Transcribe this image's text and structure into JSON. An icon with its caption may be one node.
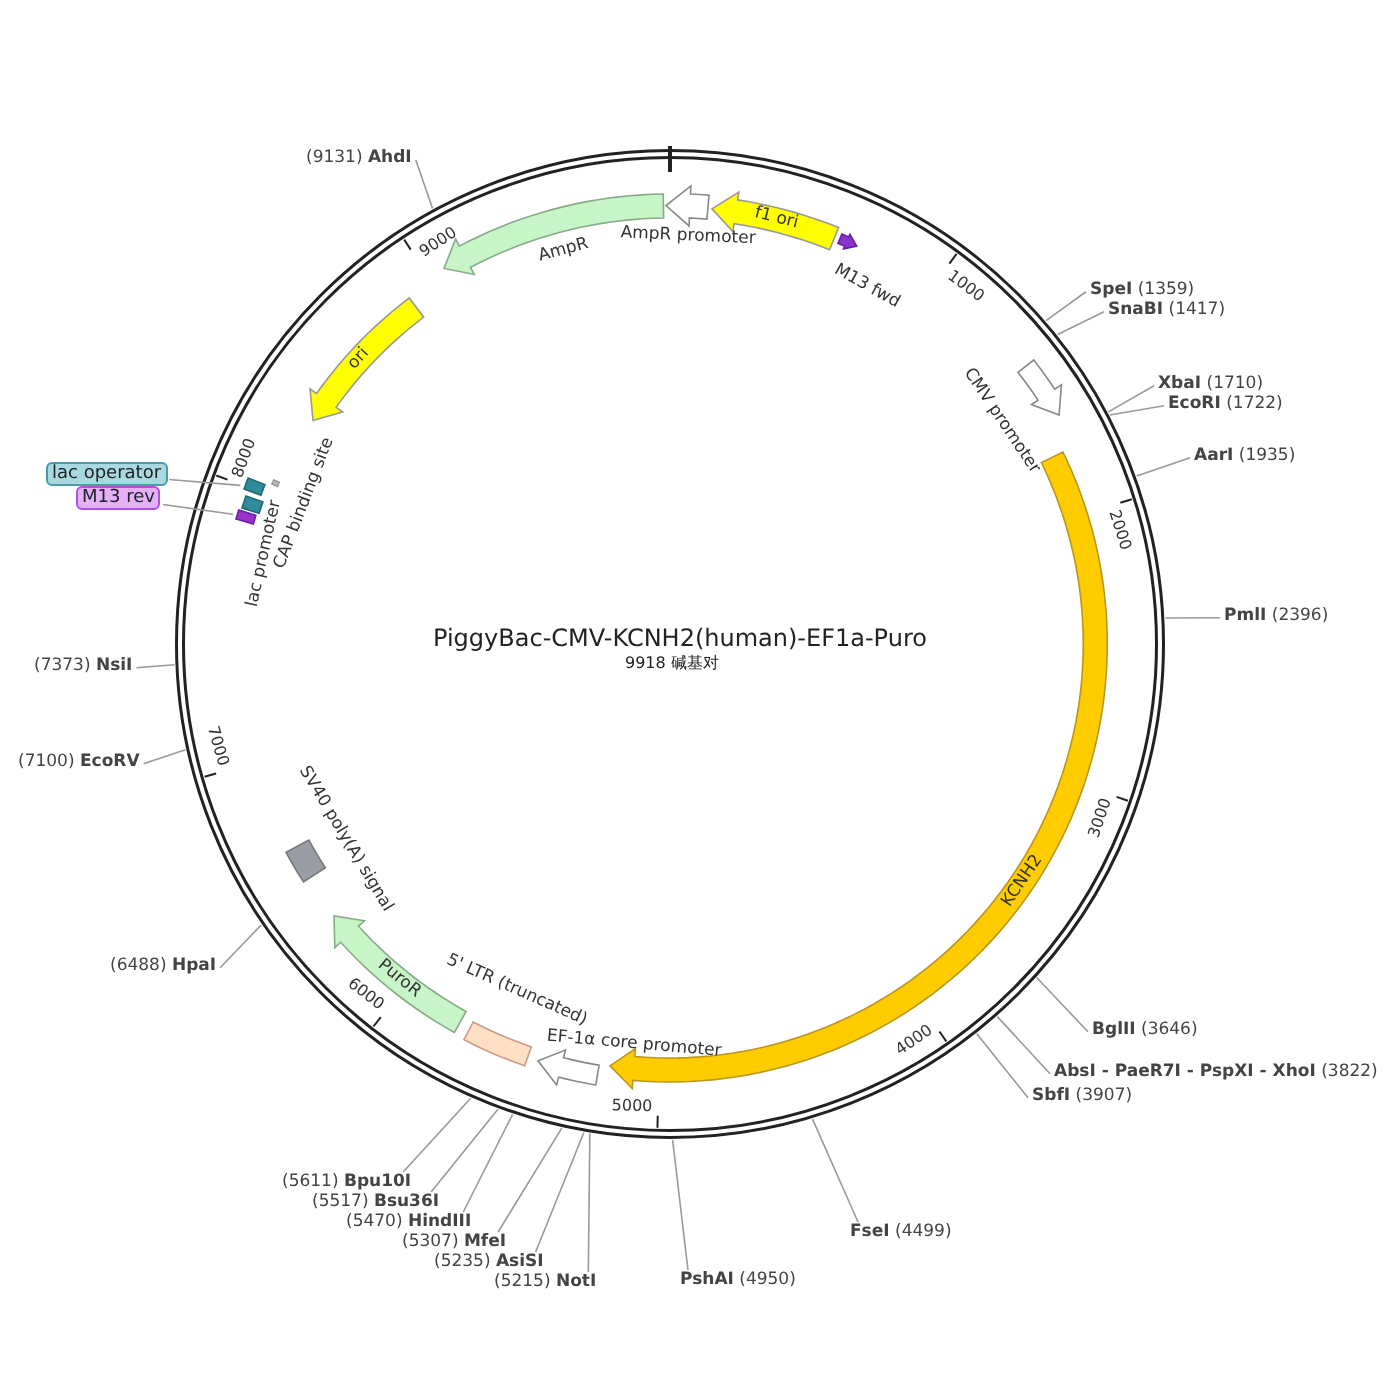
{
  "diagram": {
    "title": "PiggyBac-CMV-KCNH2(human)-EF1a-Puro",
    "caption": "9918 碱基对",
    "nodes": [
      {
        "text": [
          "f1 ori"
        ]
      },
      {
        "text": [
          "M13 fwd"
        ]
      },
      {
        "text": [
          "AmpR promoter"
        ]
      },
      {
        "text": [
          "AmpR"
        ]
      },
      {
        "text": [
          "(9131) **AhdI**"
        ]
      },
      {
        "text": [
          "**SpeI** (1359)"
        ]
      },
      {
        "text": [
          "**SnaBI** (1417)"
        ]
      },
      {
        "text": [
          "CMV promoter"
        ]
      },
      {
        "text": [
          "**XbaI** (1710)"
        ]
      },
      {
        "text": [
          "**EcoRI** (1722)"
        ]
      },
      {
        "text": [
          "**AarI** (1935)"
        ]
      },
      {
        "text": [
          "**PmlI** (2396)"
        ]
      },
      {
        "text": [
          "KCNH2"
        ]
      },
      {
        "text": [
          "**BglII** (3646)"
        ]
      },
      {
        "text": [
          "**AbsI - PaeR7I - PspXI - XhoI** (3822)"
        ]
      },
      {
        "text": [
          "**SbfI** (3907)"
        ]
      },
      {
        "text": [
          "**FseI** (4499)"
        ]
      },
      {
        "text": [
          "**PshAI** (4950)"
        ]
      },
      {
        "text": [
          "EF-1α core promoter"
        ]
      },
      {
        "text": [
          "(5215) **NotI**"
        ]
      },
      {
        "text": [
          "(5235) **AsiSI**"
        ]
      },
      {
        "text": [
          "(5307) **MfeI**"
        ]
      },
      {
        "text": [
          "(5470) **HindIII**"
        ]
      },
      {
        "text": [
          "(5517) **Bsu36I**"
        ]
      },
      {
        "text": [
          "(5611) **Bpu10I**"
        ]
      },
      {
        "text": [
          "5' LTR (truncated)"
        ]
      },
      {
        "text": [
          "PuroR"
        ]
      },
      {
        "text": [
          "(6488) **HpaI**"
        ]
      },
      {
        "text": [
          "SV40 poly(A) signal"
        ]
      },
      {
        "text": [
          "(7100) **EcoRV**"
        ]
      },
      {
        "text": [
          "(7373) **NsiI**"
        ]
      },
      {
        "text": [
          "lac operator"
        ]
      },
      {
        "text": [
          "M13 rev"
        ]
      },
      {
        "text": [],
        "shape": "bar"
      },
      {
        "text": [],
        "shape": "bar"
      },
      {
        "text": [
          "lac promoter"
        ]
      },
      {
        "text": [
          "CAP binding site"
        ]
      },
      {
        "text": [
          "ori"
        ]
      }
    ],
    "edges": [
      {
        "from": 4,
        "to": null,
        "arrow": "none"
      },
      {
        "from": 5,
        "to": null,
        "arrow": "none"
      },
      {
        "from": 6,
        "to": null,
        "arrow": "none"
      },
      {
        "from": 8,
        "to": null,
        "arrow": "none"
      },
      {
        "from": 9,
        "to": null,
        "arrow": "none"
      },
      {
        "from": 10,
        "to": null,
        "arrow": "none"
      },
      {
        "from": 11,
        "to": null,
        "arrow": "none"
      },
      {
        "from": 13,
        "to": null,
        "arrow": "none"
      },
      {
        "from": 14,
        "to": null,
        "arrow": "none"
      },
      {
        "from": 15,
        "to": null,
        "arrow": "none"
      },
      {
        "from": 16,
        "to": null,
        "arrow": "none"
      },
      {
        "from": 17,
        "to": null,
        "arrow": "none"
      },
      {
        "from": 19,
        "to": null,
        "arrow": "none"
      },
      {
        "from": 20,
        "to": null,
        "arrow": "none"
      },
      {
        "from": 21,
        "to": null,
        "arrow": "none"
      },
      {
        "from": 22,
        "to": null,
        "arrow": "none"
      },
      {
        "from": 23,
        "to": null,
        "arrow": "none"
      },
      {
        "from": 24,
        "to": null,
        "arrow": "none"
      },
      {
        "from": 27,
        "to": null,
        "arrow": "none"
      },
      {
        "from": 29,
        "to": null,
        "arrow": "none"
      },
      {
        "from": 30,
        "to": null,
        "arrow": "none"
      },
      {
        "from": 31,
        "to": 33,
        "arrow": "none"
      },
      {
        "from": 32,
        "to": 34,
        "arrow": "none"
      }
    ],
    "labels": [
      "1000",
      "2000",
      "3000",
      "4000",
      "5000",
      "6000",
      "7000",
      "8000",
      "9000"
    ]
  }
}
